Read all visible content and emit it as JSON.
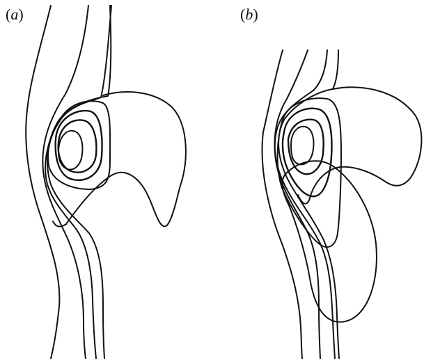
{
  "panels": [
    {
      "id": "a",
      "label_open": "(",
      "label_letter": "a",
      "label_close": ")"
    },
    {
      "id": "b",
      "label_open": "(",
      "label_letter": "b",
      "label_close": ")"
    }
  ],
  "colors": {
    "stroke": "#111111",
    "background": "#ffffff"
  }
}
